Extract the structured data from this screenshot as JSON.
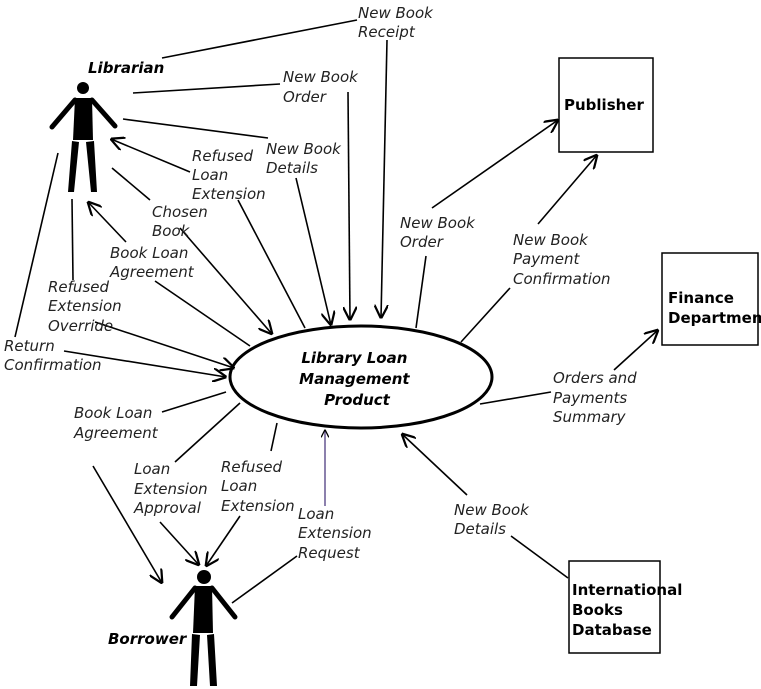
{
  "process": {
    "lines": [
      "Library Loan",
      "Management",
      "Product"
    ]
  },
  "actors": {
    "librarian": "Librarian",
    "borrower": "Borrower"
  },
  "entities": {
    "publisher": [
      "Publisher"
    ],
    "finance": [
      "Finance",
      "Departmen"
    ],
    "ibd": [
      "International",
      "Books",
      "Database"
    ]
  },
  "flows": {
    "new_book_receipt": [
      "New Book",
      "Receipt"
    ],
    "new_book_order_librarian": [
      "New Book",
      "Order"
    ],
    "new_book_details_librarian": [
      "New Book",
      "Details"
    ],
    "refused_loan_extension_librarian": [
      "Refused",
      "Loan",
      "Extension"
    ],
    "chosen_book": [
      "Chosen",
      "Book"
    ],
    "book_loan_agreement_librarian": [
      "Book Loan",
      "Agreement"
    ],
    "refused_extension_override": [
      "Refused",
      "Extension",
      "Override"
    ],
    "return_confirmation": [
      "Return",
      "Confirmation"
    ],
    "new_book_order_publisher": [
      "New Book",
      "Order"
    ],
    "new_book_payment_confirmation": [
      "New Book",
      "Payment",
      "Confirmation"
    ],
    "orders_payments_summary": [
      "Orders and",
      "Payments",
      "Summary"
    ],
    "new_book_details_ibd": [
      "New Book",
      "Details"
    ],
    "book_loan_agreement_borrower": [
      "Book Loan",
      "Agreement"
    ],
    "loan_extension_approval": [
      "Loan",
      "Extension",
      "Approval"
    ],
    "refused_loan_extension_borrower": [
      "Refused",
      "Loan",
      "Extension"
    ],
    "loan_extension_request": [
      "Loan",
      "Extension",
      "Request"
    ]
  },
  "colors": {
    "stroke": "#000000",
    "request_line": "#5a4a8a"
  }
}
